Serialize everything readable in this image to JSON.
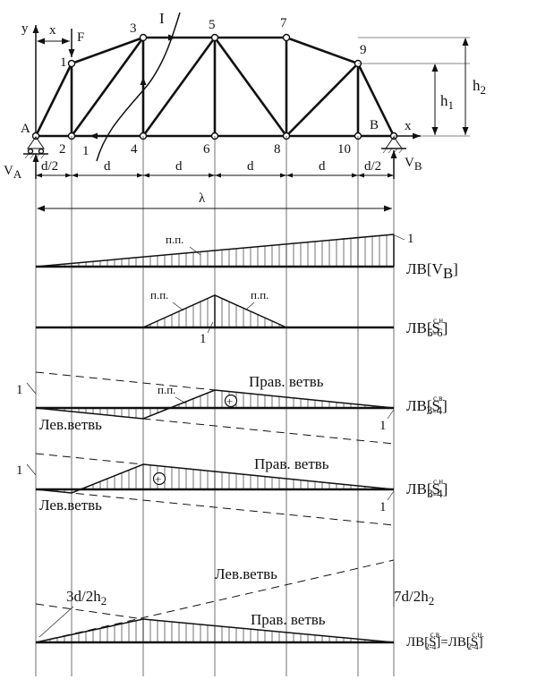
{
  "truss": {
    "nodes": [
      "A",
      "1",
      "2",
      "3",
      "4",
      "5",
      "6",
      "7",
      "8",
      "9",
      "10",
      "B"
    ],
    "axis_y": "y",
    "axis_x": "x",
    "dim_x": "x",
    "force": "F",
    "section": "I",
    "section_low": "1",
    "reaction_a": "V",
    "reaction_a_sub": "A",
    "reaction_b": "V",
    "reaction_b_sub": "B",
    "h1": "h",
    "h1_sub": "1",
    "h2": "h",
    "h2_sub": "2",
    "half_panel": "d/2",
    "panel": "d",
    "span": "λ"
  },
  "lines": {
    "vb": {
      "name_prefix": "ЛВ[V",
      "name_sub": "B",
      "name_suffix": "]",
      "pp": "п.п.",
      "ordinate": "1"
    },
    "s56": {
      "name_prefix": "ЛВ[S",
      "name_sub": "5-6",
      "name_sup": "с.н.",
      "name_suffix": "]",
      "pp_left": "п.п.",
      "pp_right": "п.п.",
      "ordinate": "1"
    },
    "s34sv": {
      "name_prefix": "ЛВ[S",
      "name_sub": "3-4",
      "name_sup": "с.в.",
      "name_suffix": "]",
      "pp": "п.п.",
      "right_branch": "Прав. ветвь",
      "left_branch": "Лев.ветвь",
      "ord_left": "1",
      "ord_right": "1",
      "sign": "+"
    },
    "s34sn": {
      "name_prefix": "ЛВ[S",
      "name_sub": "3-4",
      "name_sup": "с.н.",
      "name_suffix": "]",
      "right_branch": "Прав. ветвь",
      "left_branch": "Лев.ветвь",
      "ord_left": "1",
      "ord_right": "1",
      "sign": "+"
    },
    "s24": {
      "left_branch": "Лев.ветвь",
      "right_branch": "Прав. ветвь",
      "ord_left_pre": "3d/2h",
      "ord_left_sub": "2",
      "ord_right_pre": "7d/2h",
      "ord_right_sub": "2",
      "name_a_prefix": "ЛВ[S",
      "name_a_sub": "2-4",
      "name_a_sup": "с.в.",
      "name_eq": "]=ЛВ[S",
      "name_b_sub": "2-4",
      "name_b_sup": "с.н.",
      "name_suffix": "]"
    }
  }
}
